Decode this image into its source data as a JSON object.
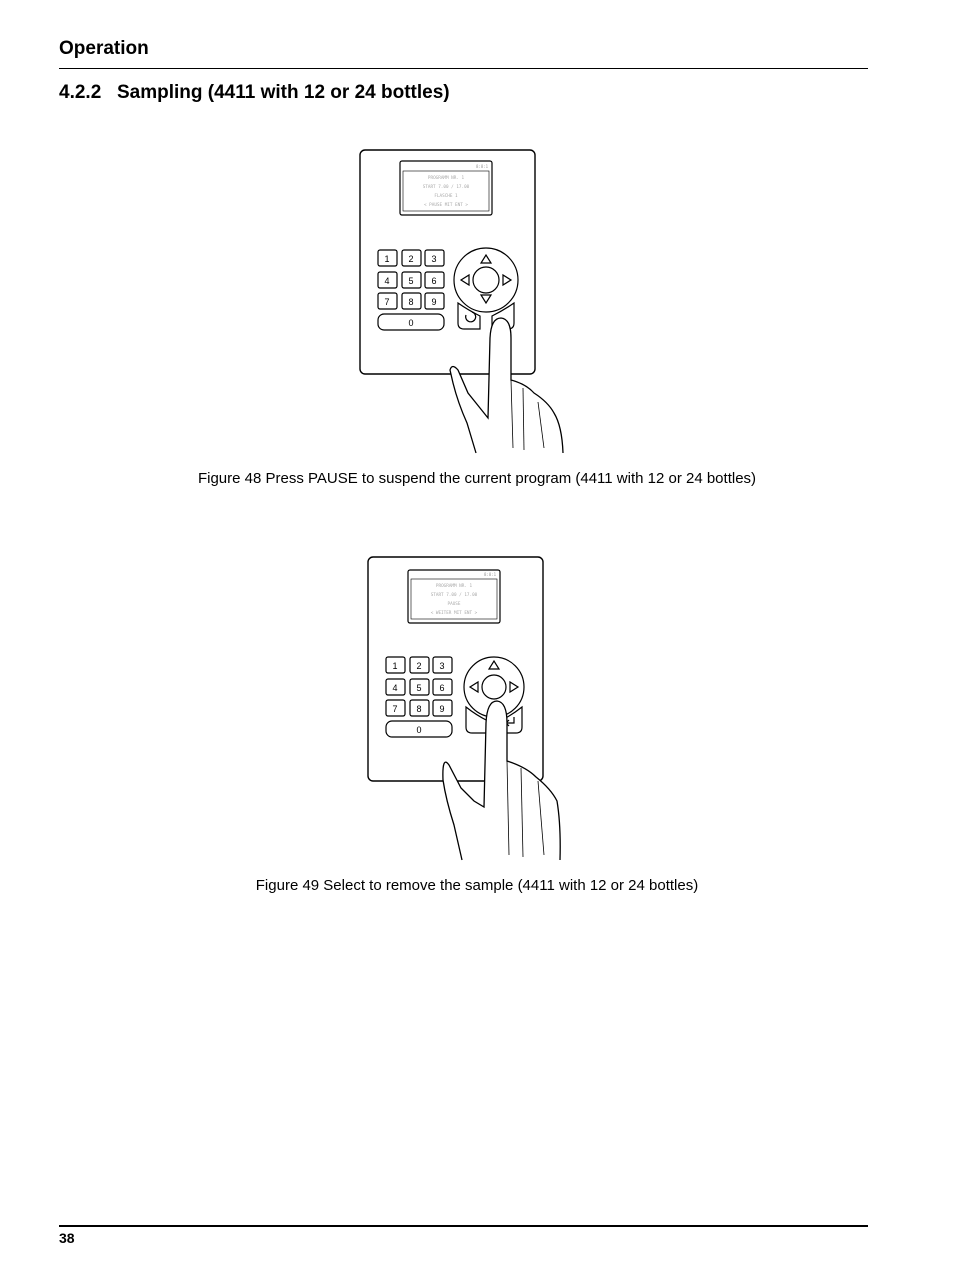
{
  "header": {
    "section": "Operation",
    "page_number": "38"
  },
  "heading": {
    "number": "4.2.2",
    "title": "Sampling (4411 with 12 or 24 bottles)"
  },
  "figures": [
    {
      "caption": "Figure 48 Press PAUSE to suspend the current program (4411 with 12 or 24 bottles)",
      "screen_lines": [
        "PROGRAMM NR. 1",
        "START 7.00 / 17.00",
        "FLASCHE 1",
        "< PAUSE MIT ENT >"
      ],
      "keypad": [
        "1",
        "2",
        "3",
        "4",
        "5",
        "6",
        "7",
        "8",
        "9",
        "0"
      ]
    },
    {
      "caption": "Figure 49 Select to remove the sample (4411 with 12 or 24 bottles)",
      "screen_lines": [
        "PROGRAMM NR. 1",
        "START 7.00 / 17.00",
        "PAUSE",
        "< WEITER MIT ENT >"
      ],
      "keypad": [
        "1",
        "2",
        "3",
        "4",
        "5",
        "6",
        "7",
        "8",
        "9",
        "0"
      ]
    }
  ]
}
